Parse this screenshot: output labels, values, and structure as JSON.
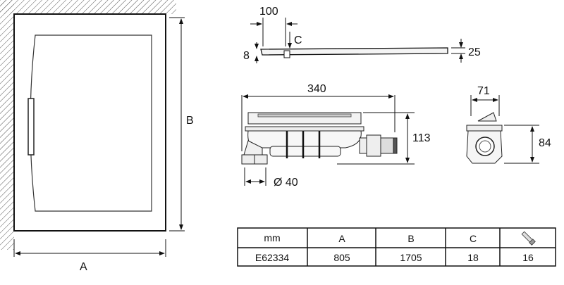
{
  "plan_view": {
    "label_a": "A",
    "label_b": "B"
  },
  "profile_view": {
    "dim_100": "100",
    "dim_c": "C",
    "dim_8": "8",
    "dim_25": "25"
  },
  "drain_front": {
    "dim_340": "340",
    "dim_113": "113",
    "dim_pipe": "Ø 40"
  },
  "drain_side": {
    "dim_71": "71",
    "dim_84": "84"
  },
  "table": {
    "headers": [
      "mm",
      "A",
      "B",
      "C"
    ],
    "icon": "screw-icon",
    "row": [
      "E62334",
      "805",
      "1705",
      "18",
      "16"
    ]
  }
}
